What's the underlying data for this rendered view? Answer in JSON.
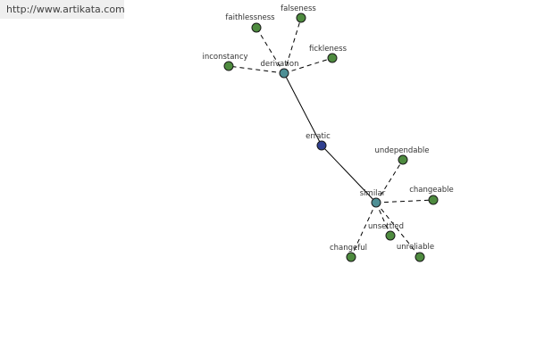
{
  "source_url": "http://www.artikata.com",
  "colors": {
    "center": "#2f3f8f",
    "hub": "#4e8f95",
    "leaf": "#4e8b3f",
    "edge": "#000000"
  },
  "graph": {
    "center": {
      "id": "erratic",
      "label": "erratic"
    },
    "hubs": [
      {
        "id": "derivation",
        "label": "derivation",
        "leaves": [
          "faithlessness",
          "falseness",
          "inconstancy",
          "fickleness"
        ]
      },
      {
        "id": "similar",
        "label": "similar",
        "leaves": [
          "undependable",
          "changeable",
          "unsettled",
          "changeful",
          "unreliable"
        ]
      }
    ]
  }
}
